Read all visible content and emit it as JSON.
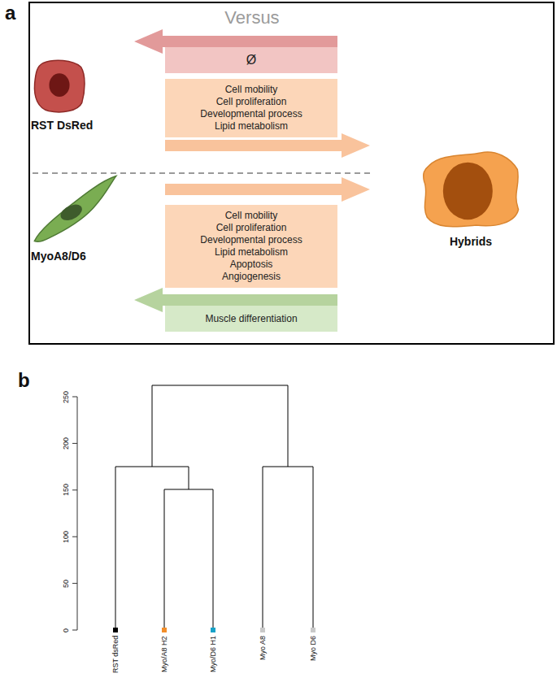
{
  "diagram": {
    "nodes": [
      {
        "text": [
          "Versus"
        ]
      },
      {
        "text": [
          "Ø"
        ],
        "in": 0
      },
      {
        "text": [
          "RST DsRed"
        ],
        "in": 0
      },
      {
        "text": [
          "Cell mobility",
          "Cell proliferation",
          "Developmental process",
          "Lipid metabolism"
        ],
        "in": 0
      },
      {
        "text": [
          "Hybrids"
        ],
        "in": 0
      },
      {
        "text": [
          "MyoA8/D6"
        ],
        "in": 0
      },
      {
        "text": [
          "Cell mobility",
          "Cell proliferation",
          "Developmental process",
          "Lipid metabolism",
          "Apoptosis",
          "Angiogenesis"
        ],
        "in": 0
      },
      {
        "text": [
          "Muscle differentiation"
        ],
        "in": 0
      }
    ],
    "labels": [
      "a",
      "b",
      "0",
      "50",
      "100",
      "150",
      "200",
      "250",
      "RST dsRed",
      "Myo/A8 H2",
      "Myo/D6 H1",
      "Myo A8",
      "Myo D6"
    ]
  }
}
